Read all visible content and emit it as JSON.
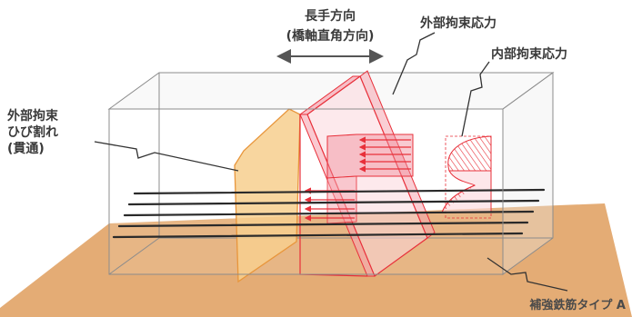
{
  "labels": {
    "longitudinal_line1": "長手方向",
    "longitudinal_line2": "(橋軸直角方向)",
    "external_stress": "外部拘束応力",
    "internal_stress": "内部拘束応力",
    "crack_line1": "外部拘束",
    "crack_line2": "ひび割れ",
    "crack_line3": "(貫通)",
    "rebar_type": "補強鉄筋タイプ A"
  },
  "colors": {
    "ground": "#e3a86e",
    "box_edge": "#8c8c8c",
    "crack_fill": "#f7cf8e",
    "crack_edge": "#e8963c",
    "stress_red": "#e8303a",
    "stress_fill": "#f6a5b0",
    "rebar": "#2a2a2a"
  }
}
